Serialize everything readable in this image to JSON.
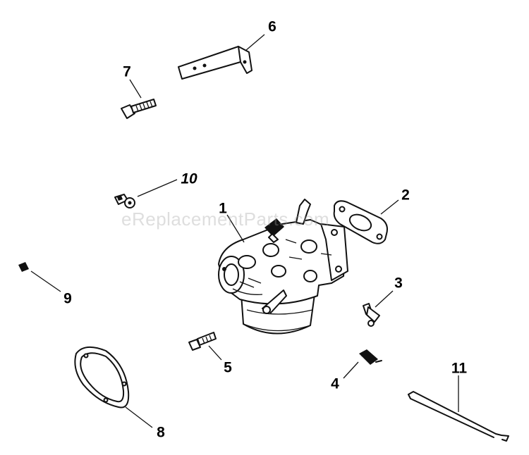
{
  "diagram": {
    "watermark": "eReplacementParts.com",
    "callouts": [
      {
        "id": "1",
        "text": "1"
      },
      {
        "id": "2",
        "text": "2"
      },
      {
        "id": "3",
        "text": "3"
      },
      {
        "id": "4",
        "text": "4"
      },
      {
        "id": "5",
        "text": "5"
      },
      {
        "id": "6",
        "text": "6"
      },
      {
        "id": "7",
        "text": "7"
      },
      {
        "id": "8",
        "text": "8"
      },
      {
        "id": "9",
        "text": "9"
      },
      {
        "id": "10",
        "text": "10"
      },
      {
        "id": "11",
        "text": "11"
      }
    ]
  }
}
